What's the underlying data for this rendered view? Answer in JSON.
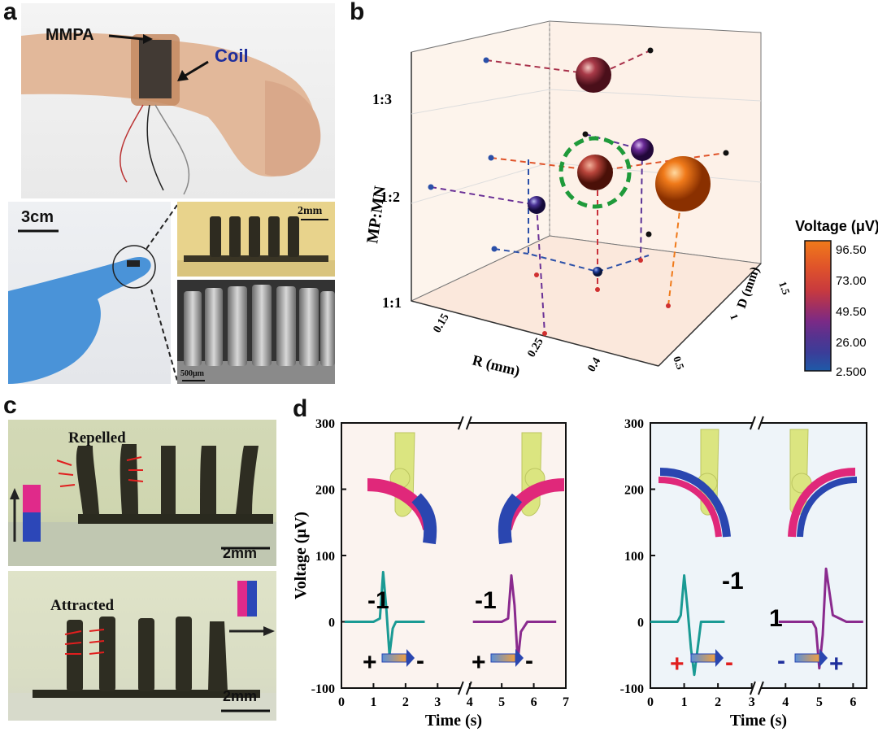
{
  "panels": {
    "a": "a",
    "b": "b",
    "c": "c",
    "d": "d"
  },
  "panel_a": {
    "label_mmpa": "MMPA",
    "label_coil": "Coil",
    "scale_hand": "3cm",
    "scale_array": "2mm",
    "scale_sem": "500μm"
  },
  "panel_b": {
    "y_axis_label": "MP:MN",
    "y_ticks": [
      "1:3",
      "1:2",
      "1:1"
    ],
    "r_axis_label": "R (mm)",
    "r_ticks": [
      "0.15",
      "0.25",
      "0.4"
    ],
    "d_axis_label": "D (mm)",
    "d_ticks": [
      "1.5",
      "1",
      "0.5"
    ],
    "colorbar_title": "Voltage (μV)",
    "colorbar_ticks": [
      "96.50",
      "73.00",
      "49.50",
      "26.00",
      "2.500"
    ],
    "colorbar_colors": [
      "#f07a1a",
      "#e0542a",
      "#c83a3e",
      "#a23060",
      "#7a2a86",
      "#55338f",
      "#3b3d98",
      "#2a4fa0",
      "#1e5aa8"
    ]
  },
  "panel_c": {
    "top_label": "Repelled",
    "bottom_label": "Attracted",
    "scale_top": "2mm",
    "scale_bottom": "2mm"
  },
  "chart_data": [
    {
      "type": "line",
      "title": "",
      "xlabel": "Time (s)",
      "ylabel": "Voltage (μV)",
      "ylim": [
        -100,
        300
      ],
      "y_ticks": [
        "300",
        "200",
        "100",
        "0",
        "-100"
      ],
      "x_ticks": [
        "0",
        "1",
        "2",
        "3",
        "4",
        "5",
        "6",
        "7"
      ],
      "axis_break_x": [
        3.7,
        4.0
      ],
      "annotations": [
        "-1",
        "-1",
        "+",
        "-",
        "+",
        "-"
      ],
      "series": [
        {
          "color": "#1a9a94",
          "x": [
            0.1,
            0.6,
            1.0,
            1.2,
            1.3,
            1.4,
            1.5,
            1.6,
            1.7,
            2.0,
            2.6
          ],
          "y": [
            0,
            0,
            0,
            5,
            75,
            20,
            -50,
            -10,
            0,
            0,
            0
          ]
        },
        {
          "color": "#8a2a8e",
          "x": [
            4.1,
            4.6,
            5.0,
            5.2,
            5.3,
            5.4,
            5.5,
            5.6,
            5.8,
            6.2,
            6.7
          ],
          "y": [
            0,
            0,
            0,
            5,
            70,
            25,
            -60,
            -15,
            0,
            0,
            0
          ]
        }
      ],
      "background": "#fbf3ef"
    },
    {
      "type": "line",
      "title": "",
      "xlabel": "Time (s)",
      "ylabel": "",
      "ylim": [
        -100,
        300
      ],
      "y_ticks": [
        "300",
        "200",
        "100",
        "0",
        "-100"
      ],
      "x_ticks": [
        "0",
        "1",
        "2",
        "3",
        "4",
        "5",
        "6"
      ],
      "axis_break_x": [
        3.0,
        3.3
      ],
      "annotations": [
        "-1",
        "1",
        "+",
        "-",
        "-",
        "+"
      ],
      "series": [
        {
          "color": "#1a9a94",
          "x": [
            0,
            0.5,
            0.8,
            0.9,
            1.0,
            1.1,
            1.2,
            1.3,
            1.5,
            2.2
          ],
          "y": [
            0,
            0,
            0,
            10,
            70,
            20,
            -40,
            -80,
            0,
            0
          ]
        },
        {
          "color": "#8a2a8e",
          "x": [
            3.8,
            4.4,
            4.8,
            4.9,
            5.0,
            5.1,
            5.2,
            5.4,
            5.8,
            6.3
          ],
          "y": [
            0,
            0,
            0,
            -10,
            -70,
            -20,
            80,
            10,
            0,
            0
          ]
        }
      ],
      "background": "#eef4f9"
    }
  ]
}
